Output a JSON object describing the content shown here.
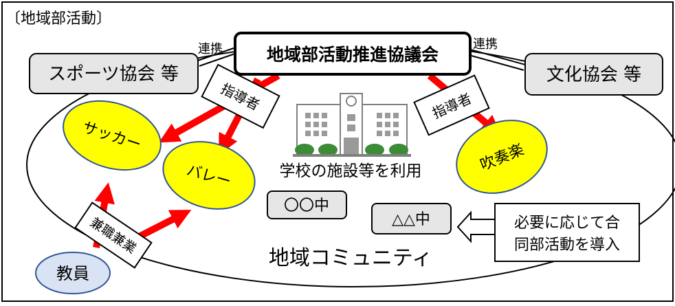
{
  "frame_title": "〔地域部活動〕",
  "council": "地域部活動推進協議会",
  "link_left": "連携",
  "link_right": "連携",
  "sports_assoc": "スポーツ協会 等",
  "culture_assoc": "文化協会 等",
  "leader_left": "指導者",
  "leader_right": "指導者",
  "clubs": {
    "soccer": "サッカー",
    "volley": "バレー",
    "brass": "吹奏楽"
  },
  "school_use": "学校の施設等を利用",
  "schools": {
    "a": "〇〇中",
    "b": "△△中"
  },
  "note": {
    "line1": "必要に応じて合",
    "line2": "同部活動を導入"
  },
  "side_job": "兼職兼業",
  "teacher": "教員",
  "community": "地域コミュニティ",
  "colors": {
    "arrow": "#ff0000",
    "club_fill": "#ffff00",
    "club_stroke": "#2f5597",
    "box_fill": "#e6e6e6",
    "teacher_fill": "#dae3f3",
    "building": "#9a9a9a",
    "tree": "#3d8b37"
  }
}
